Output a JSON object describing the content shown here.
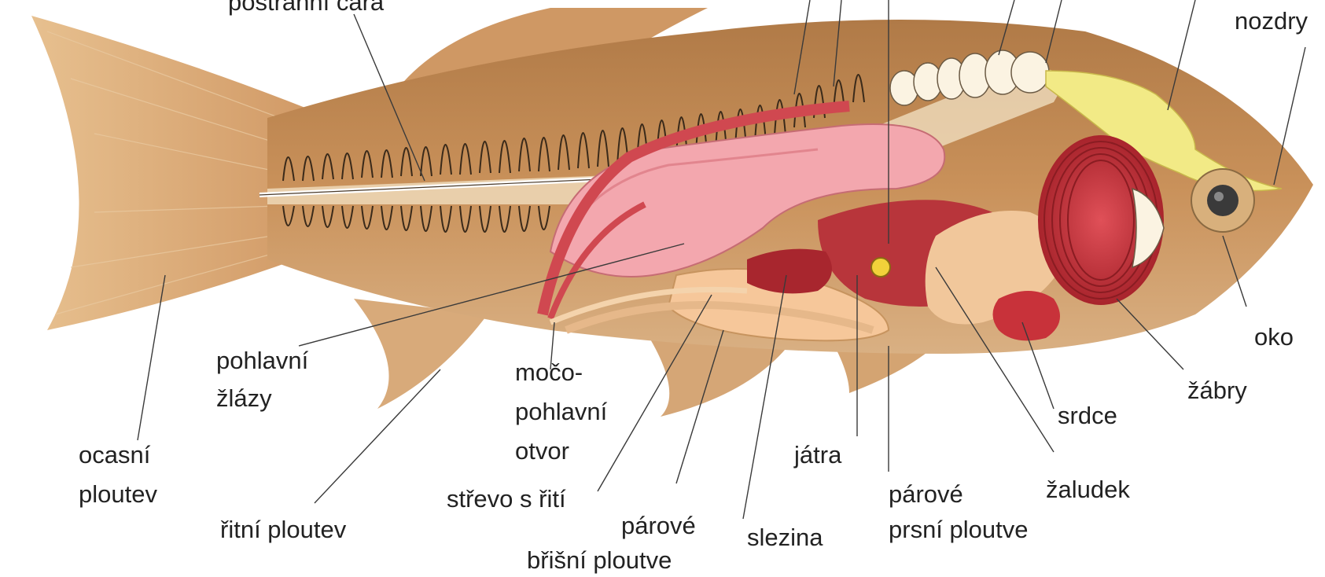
{
  "colors": {
    "body": "#c98e52",
    "fin": "#dba574",
    "spine": "#ffffff",
    "gonad": "#f3a7ae",
    "intestine": "#f6c79a",
    "gill": "#c8323a",
    "heart": "#c8323a",
    "liver": "#b8353b",
    "brain": "#f2ea86"
  },
  "labels": {
    "postranni_cara": "postranní čára",
    "nozdry": "nozdry",
    "oko": "oko",
    "zabry": "žábry",
    "srdce": "srdce",
    "zaludek": "žaludek",
    "parove_prsni_1": "párové",
    "parove_prsni_2": "prsní ploutve",
    "slezina": "slezina",
    "jatra": "játra",
    "parove_bris_1": "párové",
    "parove_bris_2": "břišní ploutve",
    "strevo": "střevo s řití",
    "moco_1": "močo-",
    "moco_2": "pohlavní",
    "moco_3": "otvor",
    "ritni": "řitní ploutev",
    "pohlavni_1": "pohlavní",
    "pohlavni_2": "žlázy",
    "ocasni_1": "ocasní",
    "ocasni_2": "ploutev"
  }
}
